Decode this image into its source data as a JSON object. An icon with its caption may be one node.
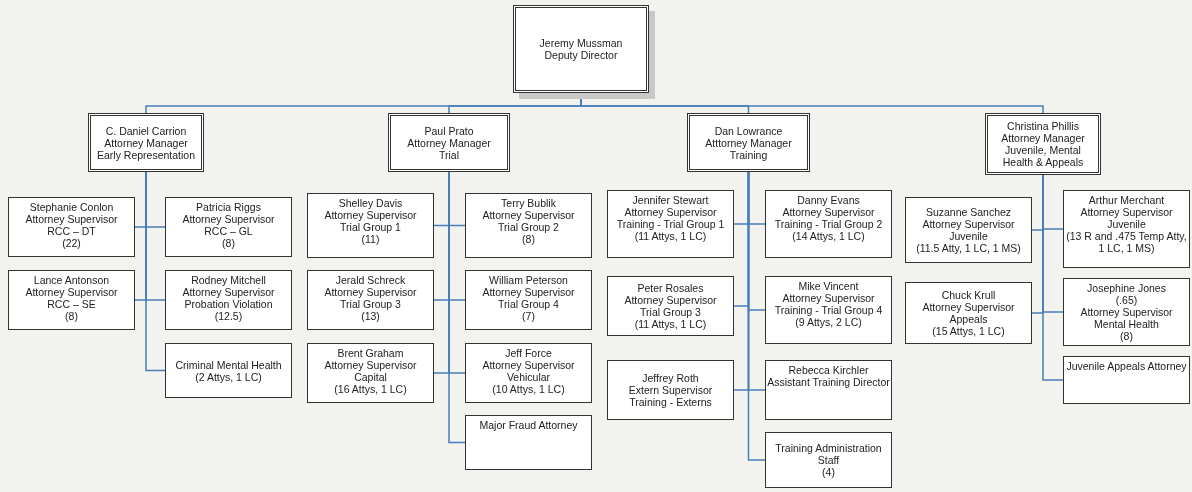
{
  "diagram": {
    "nodes": [
      {
        "text": [
          "Jeremy Mussman",
          "Deputy Director"
        ]
      },
      {
        "text": [
          "C. Daniel Carrion",
          "Attorney Manager",
          "Early Representation"
        ]
      },
      {
        "text": [
          "Paul Prato",
          "Attorney Manager",
          "Trial"
        ]
      },
      {
        "text": [
          "Dan Lowrance",
          "Atttorney Manager",
          "Training"
        ]
      },
      {
        "text": [
          "Christina Phillis",
          "Attorney Manager",
          "Juvenile, Mental Health & Appeals"
        ]
      },
      {
        "text": [
          "Stephanie Conlon",
          "Attorney Supervisor",
          "RCC – DT",
          "(22)"
        ]
      },
      {
        "text": [
          "Patricia Riggs",
          "Attorney Supervisor",
          "RCC – GL",
          "(8)"
        ]
      },
      {
        "text": [
          "Lance Antonson",
          "Attorney Supervisor",
          "RCC – SE",
          "(8)"
        ]
      },
      {
        "text": [
          "Rodney Mitchell",
          "Attorney Supervisor",
          "Probation Violation",
          "(12.5)"
        ]
      },
      {
        "text": [
          "Criminal Mental Health",
          "(2 Attys, 1 LC)"
        ]
      },
      {
        "text": [
          "Shelley Davis",
          "Attorney Supervisor",
          "Trial Group 1",
          "(11)"
        ]
      },
      {
        "text": [
          "Terry Bublik",
          "Attorney Supervisor",
          "Trial Group 2",
          "(8)"
        ]
      },
      {
        "text": [
          "Jerald Schreck",
          "Attorney Supervisor",
          "Trial Group 3",
          "(13)"
        ]
      },
      {
        "text": [
          "William Peterson",
          "Attorney Supervisor",
          "Trial Group 4",
          "(7)"
        ]
      },
      {
        "text": [
          "Brent Graham",
          "Attorney Supervisor",
          "Capital",
          "(16 Attys, 1 LC)"
        ]
      },
      {
        "text": [
          "Jeff Force",
          "Attorney Supervisor",
          "Vehicular",
          "(10 Attys, 1 LC)"
        ]
      },
      {
        "text": [
          "Major Fraud Attorney"
        ]
      },
      {
        "text": [
          "Jennifer Stewart",
          "Attorney Supervisor",
          "Training - Trial Group 1",
          "(11 Attys, 1 LC)"
        ]
      },
      {
        "text": [
          "Danny Evans",
          "Attorney Supervisor",
          "Training - Trial Group 2",
          "(14 Attys, 1 LC)"
        ]
      },
      {
        "text": [
          "Peter Rosales",
          "Attorney Supervisor",
          "Trial Group 3",
          "(11 Attys, 1 LC)"
        ]
      },
      {
        "text": [
          "Mike Vincent",
          "Attorney Supervisor",
          "Training - Trial Group 4",
          "(9 Attys, 2 LC)"
        ]
      },
      {
        "text": [
          "Jeffrey Roth",
          "Extern Supervisor",
          "Training - Externs"
        ]
      },
      {
        "text": [
          "Rebecca Kirchler",
          "Assistant Training Director"
        ]
      },
      {
        "text": [
          "Training Administration Staff",
          "(4)"
        ]
      },
      {
        "text": [
          "Suzanne Sanchez",
          "Attorney Supervisor",
          "Juvenile",
          "(11.5 Atty, 1 LC, 1 MS)"
        ]
      },
      {
        "text": [
          "Arthur Merchant",
          "Attorney Supervisor",
          "Juvenile",
          "(13 R and .475 Temp Atty, 1 LC, 1 MS)"
        ]
      },
      {
        "text": [
          "Chuck Krull",
          "Attorney Supervisor",
          "Appeals",
          "(15 Attys, 1 LC)"
        ]
      },
      {
        "text": [
          "Josephine Jones",
          "(.65)",
          "Attorney Supervisor",
          "Mental Health",
          "(8)"
        ]
      },
      {
        "text": [
          "Juvenile Appeals Attorney"
        ]
      }
    ],
    "edges": [
      {
        "from": 0,
        "to": 1,
        "arrow": "none"
      },
      {
        "from": 0,
        "to": 2,
        "arrow": "none"
      },
      {
        "from": 0,
        "to": 3,
        "arrow": "none"
      },
      {
        "from": 0,
        "to": 4,
        "arrow": "none"
      },
      {
        "from": 1,
        "to": 5,
        "arrow": "none"
      },
      {
        "from": 1,
        "to": 6,
        "arrow": "none"
      },
      {
        "from": 1,
        "to": 7,
        "arrow": "none"
      },
      {
        "from": 1,
        "to": 8,
        "arrow": "none"
      },
      {
        "from": 1,
        "to": 9,
        "arrow": "none"
      },
      {
        "from": 2,
        "to": 10,
        "arrow": "none"
      },
      {
        "from": 2,
        "to": 11,
        "arrow": "none"
      },
      {
        "from": 2,
        "to": 12,
        "arrow": "none"
      },
      {
        "from": 2,
        "to": 13,
        "arrow": "none"
      },
      {
        "from": 2,
        "to": 14,
        "arrow": "none"
      },
      {
        "from": 2,
        "to": 15,
        "arrow": "none"
      },
      {
        "from": 2,
        "to": 16,
        "arrow": "none"
      },
      {
        "from": 3,
        "to": 17,
        "arrow": "none"
      },
      {
        "from": 3,
        "to": 18,
        "arrow": "none"
      },
      {
        "from": 3,
        "to": 19,
        "arrow": "none"
      },
      {
        "from": 3,
        "to": 20,
        "arrow": "none"
      },
      {
        "from": 3,
        "to": 21,
        "arrow": "none"
      },
      {
        "from": 3,
        "to": 22,
        "arrow": "none"
      },
      {
        "from": 3,
        "to": 23,
        "arrow": "none"
      },
      {
        "from": 4,
        "to": 24,
        "arrow": "none"
      },
      {
        "from": 4,
        "to": 25,
        "arrow": "none"
      },
      {
        "from": 4,
        "to": 26,
        "arrow": "none"
      },
      {
        "from": 4,
        "to": 27,
        "arrow": "none"
      },
      {
        "from": 4,
        "to": 28,
        "arrow": "none"
      }
    ]
  }
}
